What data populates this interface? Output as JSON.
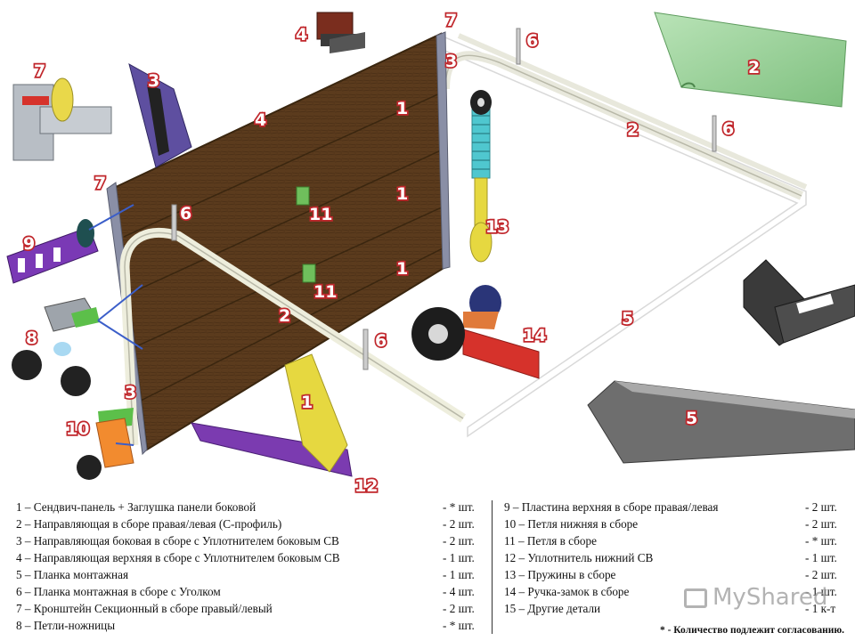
{
  "labels": {
    "n1": "1",
    "n2": "2",
    "n3": "3",
    "n4": "4",
    "n5": "5",
    "n6": "6",
    "n7": "7",
    "n9": "9",
    "n8": "8",
    "n10": "10",
    "n11": "11",
    "n12": "12",
    "n13": "13",
    "n14": "14"
  },
  "legend": {
    "left": [
      {
        "text": "1 – Сендвич-панель + Заглушка панели боковой",
        "qty": "- * шт."
      },
      {
        "text": "2 – Направляющая в сборе правая/левая (С-профиль)",
        "qty": "- 2 шт."
      },
      {
        "text": "3 – Направляющая боковая в сборе с Уплотнителем боковым СВ",
        "qty": "- 2 шт."
      },
      {
        "text": "4 – Направляющая верхняя в сборе с Уплотнителем боковым СВ",
        "qty": "- 1 шт."
      },
      {
        "text": "5 – Планка монтажная",
        "qty": "- 1 шт."
      },
      {
        "text": "6 – Планка монтажная в сборе с Уголком",
        "qty": "- 4 шт."
      },
      {
        "text": "7 – Кронштейн Секционный в сборе правый/левый",
        "qty": "- 2 шт."
      },
      {
        "text": "8 – Петли-ножницы",
        "qty": "- * шт."
      }
    ],
    "right": [
      {
        "text": "9 – Пластина верхняя в сборе правая/левая",
        "qty": "- 2 шт."
      },
      {
        "text": "10 – Петля нижняя в сборе",
        "qty": "- 2 шт."
      },
      {
        "text": "11 – Петля в сборе",
        "qty": "- * шт."
      },
      {
        "text": "12 – Уплотнитель нижний СВ",
        "qty": "- 1 шт."
      },
      {
        "text": "13 – Пружины в сборе",
        "qty": "- 2 шт."
      },
      {
        "text": "14 – Ручка-замок в сборе",
        "qty": "- 1 шт."
      },
      {
        "text": "15 – Другие детали",
        "qty": "- 1 к-т"
      }
    ],
    "note": "* - Количество подлежит согласованию."
  },
  "watermark": "MyShared",
  "colors": {
    "panel": "#5a3a1c",
    "green_rail": "#9fd49f",
    "purple": "#5b3da8",
    "yellow": "#e9d54a",
    "red": "#d6322b",
    "label_stroke": "#c0262b",
    "metal": "#9aa0a8"
  }
}
